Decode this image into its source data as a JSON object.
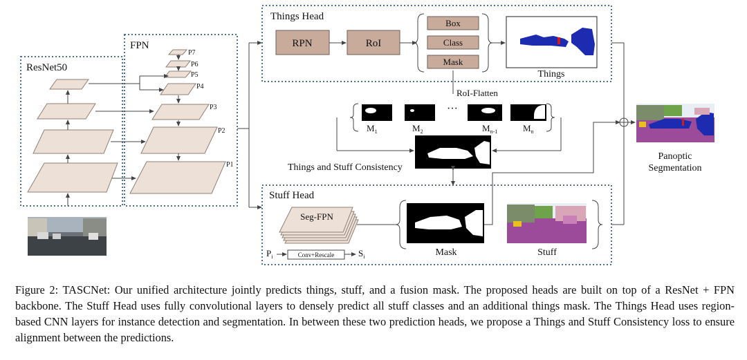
{
  "diagram": {
    "resnet_title": "ResNet50",
    "fpn_title": "FPN",
    "fpn_levels": [
      "P7",
      "P6",
      "P5",
      "P4",
      "P3",
      "P2",
      "P1"
    ],
    "things_head_title": "Things Head",
    "rpn_label": "RPN",
    "roi_label": "RoI",
    "box_label": "Box",
    "class_label": "Class",
    "mask_label": "Mask",
    "things_output_label": "Things",
    "roi_flatten_label": "RoI-Flatten",
    "mask_tiles": [
      {
        "base": "M",
        "sub": "1"
      },
      {
        "base": "M",
        "sub": "2"
      },
      {
        "base": "M",
        "sub": "n-1"
      },
      {
        "base": "M",
        "sub": "n"
      }
    ],
    "ellipsis": "···",
    "consistency_label": "Things and Stuff Consistency",
    "panoptic_label_line1": "Panoptic",
    "panoptic_label_line2": "Segmentation",
    "stuff_head_title": "Stuff Head",
    "seg_fpn_label": "Seg-FPN",
    "pi_base": "P",
    "pi_sub": "i",
    "conv_rescale_label": "Conv+Rescale",
    "si_base": "S",
    "si_sub": "i",
    "stuff_mask_label": "Mask",
    "stuff_output_label": "Stuff",
    "colors": {
      "box_fill": "#c8ab9b",
      "box_stroke": "#6e5e55",
      "plane_fill": "#ede0d7",
      "dotted_border": "#4a6f99",
      "things_blue": "#1c2bb0",
      "stuff_purple": "#9c4a9a"
    }
  },
  "caption": {
    "text": "Figure 2: TASCNet: Our unified architecture jointly predicts things, stuff, and a fusion mask. The proposed heads are built on top of a ResNet + FPN backbone. The Stuff Head uses fully convolutional layers to densely predict all stuff classes and an additional things mask. The Things Head uses region-based CNN layers for instance detection and segmentation. In between these two prediction heads, we propose a Things and Stuff Consistency loss to ensure alignment between the predictions."
  }
}
